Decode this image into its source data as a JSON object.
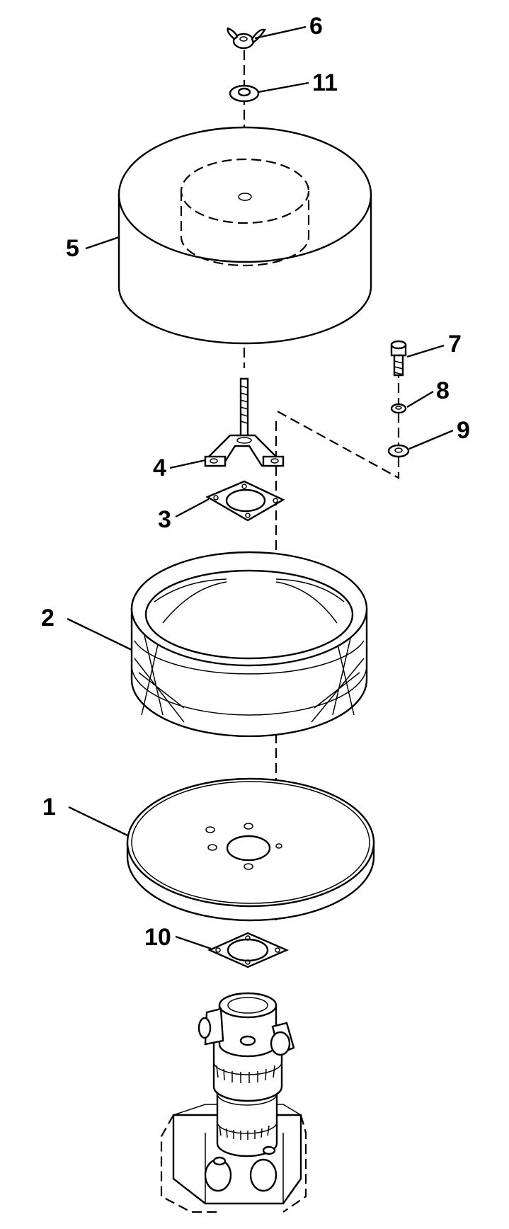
{
  "diagram": {
    "callouts": [
      {
        "id": "1",
        "label": "1",
        "part": "base-plate"
      },
      {
        "id": "2",
        "label": "2",
        "part": "filter-element"
      },
      {
        "id": "3",
        "label": "3",
        "part": "upper-gasket"
      },
      {
        "id": "4",
        "label": "4",
        "part": "stud-bracket"
      },
      {
        "id": "5",
        "label": "5",
        "part": "air-cleaner-cover"
      },
      {
        "id": "6",
        "label": "6",
        "part": "wing-nut"
      },
      {
        "id": "7",
        "label": "7",
        "part": "bolt"
      },
      {
        "id": "8",
        "label": "8",
        "part": "lock-washer"
      },
      {
        "id": "9",
        "label": "9",
        "part": "flat-washer"
      },
      {
        "id": "10",
        "label": "10",
        "part": "lower-gasket"
      },
      {
        "id": "11",
        "label": "11",
        "part": "seal-washer"
      }
    ]
  }
}
